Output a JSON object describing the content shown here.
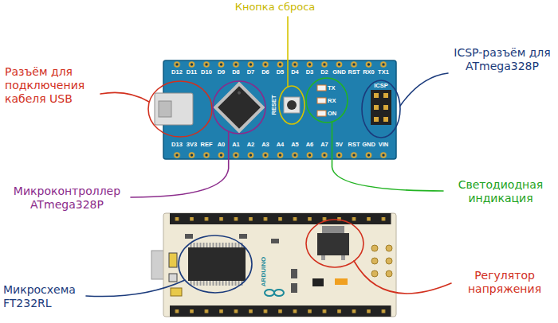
{
  "diagram": {
    "labels": [
      "Кнопка сброса",
      "Разъём для подключения кабеля USB",
      "ICSP-разъём для ATmega328P",
      "Светодиодная индикация",
      "Микроконтроллер ATmega328P",
      "Микросхема FT232RL",
      "Регулятор напряжения",
      "D12",
      "D11",
      "D10",
      "D9",
      "D8",
      "D7",
      "D6",
      "D5",
      "D4",
      "D3",
      "D2",
      "GND",
      "RST",
      "RX0",
      "TX1",
      "D13",
      "3V3",
      "REF",
      "A0",
      "A1",
      "A2",
      "A3",
      "A4",
      "A5",
      "A6",
      "A7",
      "5V",
      "RST",
      "GND",
      "VIN",
      "RESET",
      "TX",
      "RX",
      "ON",
      "ICSP",
      "ARDUINO"
    ]
  }
}
